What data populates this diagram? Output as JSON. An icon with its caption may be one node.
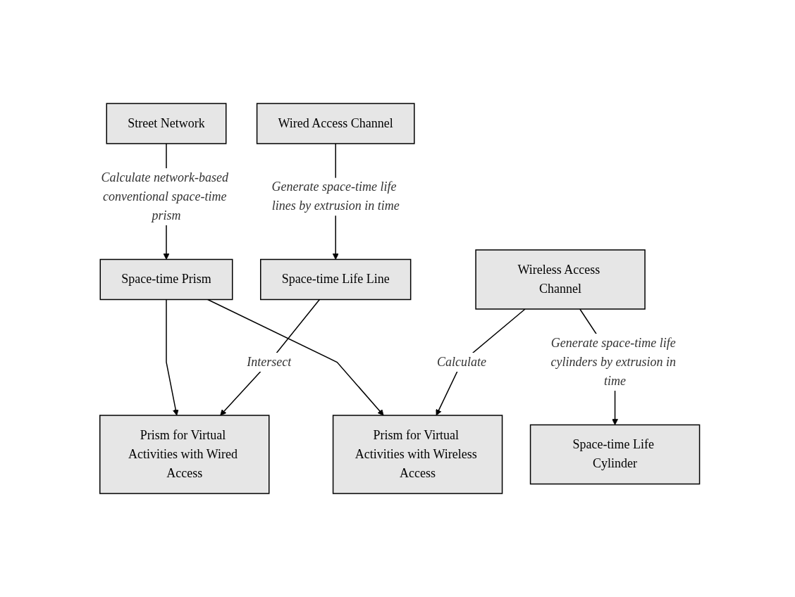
{
  "diagram": {
    "nodes": [
      {
        "text": [
          "Street Network"
        ]
      },
      {
        "text": [
          "Wired Access Channel"
        ]
      },
      {
        "text": [
          "Wireless Access Channel"
        ]
      },
      {
        "text": [
          "Space-time Prism"
        ]
      },
      {
        "text": [
          "Space-time Life Line"
        ]
      },
      {
        "text": [
          "Space-time Life Cylinder"
        ]
      },
      {
        "text": [
          "Prism for Virtual Activities with Wired Access"
        ]
      },
      {
        "text": [
          "Prism for Virtual Activities with Wireless Access"
        ]
      }
    ],
    "edges": [
      {
        "from": 0,
        "to": 3,
        "arrow": "to",
        "label": "Calculate network-based conventional space-time prism"
      },
      {
        "from": 1,
        "to": 4,
        "arrow": "to",
        "label": "Generate space-time life lines by extrusion in time"
      },
      {
        "from": 2,
        "to": 5,
        "arrow": "to",
        "label": "Generate space-time life cylinders by extrusion in time"
      },
      {
        "from": 3,
        "to": 6,
        "arrow": "to"
      },
      {
        "from": 4,
        "to": 6,
        "arrow": "to",
        "label": "Intersect"
      },
      {
        "from": 3,
        "to": 7,
        "arrow": "to"
      },
      {
        "from": 2,
        "to": 7,
        "arrow": "to",
        "label": "Calculate"
      }
    ]
  }
}
